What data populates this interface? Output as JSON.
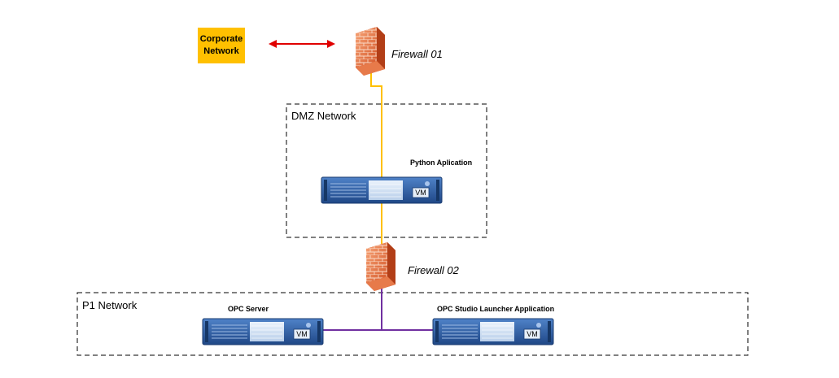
{
  "corporate": {
    "line1": "Corporate",
    "line2": "Network"
  },
  "firewall1": {
    "label": "Firewall 01"
  },
  "firewall2": {
    "label": "Firewall 02"
  },
  "dmz": {
    "label": "DMZ Network"
  },
  "p1": {
    "label": "P1 Network"
  },
  "servers": {
    "python": {
      "label": "Python Aplication",
      "vm": "VM"
    },
    "opc_server": {
      "label": "OPC Server",
      "vm": "VM"
    },
    "opc_studio": {
      "label": "OPC Studio Launcher Application",
      "vm": "VM"
    }
  },
  "colors": {
    "corporate_fill": "#FFC000",
    "arrow": "#E00000",
    "link_upper": "#FFC000",
    "link_lower": "#7030A0",
    "firewall_brick": "#E2703A",
    "server_body": "#2F5FA8"
  }
}
